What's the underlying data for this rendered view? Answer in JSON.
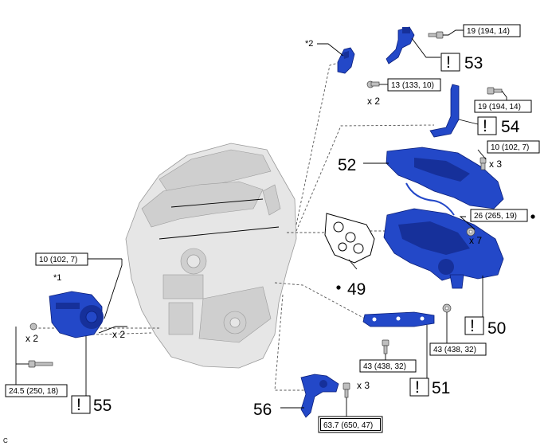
{
  "torque_specs": {
    "t1": "19 (194, 14)",
    "t2": "13 (133, 10)",
    "t3": "19 (194, 14)",
    "t4": "10 (102, 7)",
    "t5": "26 (265, 19)",
    "t6": "10 (102, 7)",
    "t7": "24.5 (250, 18)",
    "t8": "43 (438, 32)",
    "t9": "43 (438, 32)",
    "t10": "63.7 (650, 47)"
  },
  "part_numbers": {
    "p53": "53",
    "p54": "54",
    "p52": "52",
    "p49": "49",
    "p50": "50",
    "p51": "51",
    "p55": "55",
    "p56": "56"
  },
  "multipliers": {
    "m_x2_a": "x 2",
    "m_x3_a": "x 3",
    "m_x7": "x 7",
    "m_x2_b": "x 2",
    "m_x2_c": "x 2",
    "m_x3_b": "x 3"
  },
  "callouts": {
    "star1": "*1",
    "star2": "*2"
  },
  "notice_symbol": "!",
  "corner_label": "C",
  "icons": {
    "notice": "exclamation-box-icon",
    "replace_marker": "black-dot"
  }
}
